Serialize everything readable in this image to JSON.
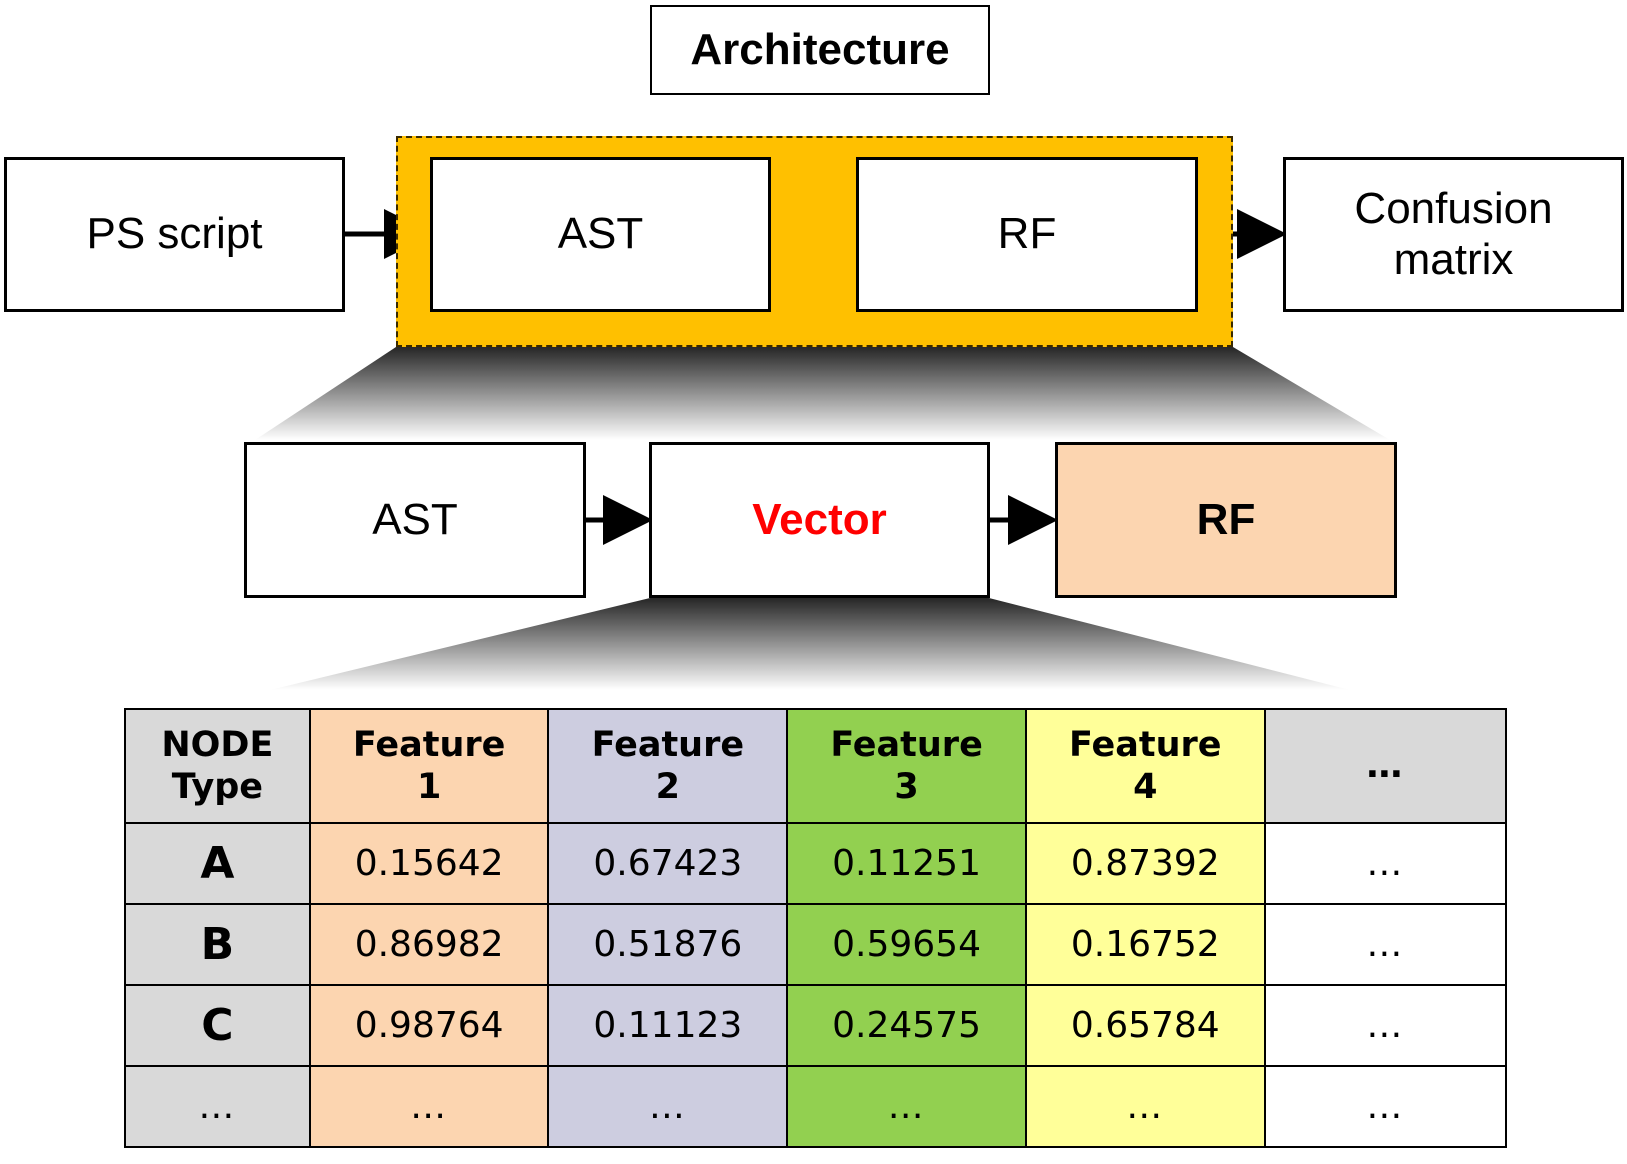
{
  "title": "Architecture",
  "pipeline": {
    "input": "PS script",
    "ast": "AST",
    "rf": "RF",
    "output_line1": "Confusion",
    "output_line2": "matrix"
  },
  "detail": {
    "ast": "AST",
    "vector": "Vector",
    "rf": "RF"
  },
  "table": {
    "headers": [
      {
        "line1": "NODE",
        "line2": "Type"
      },
      {
        "line1": "Feature",
        "line2": "1"
      },
      {
        "line1": "Feature",
        "line2": "2"
      },
      {
        "line1": "Feature",
        "line2": "3"
      },
      {
        "line1": "Feature",
        "line2": "4"
      },
      {
        "line1": "…",
        "line2": ""
      }
    ],
    "rows": [
      [
        "A",
        "0.15642",
        "0.67423",
        "0.11251",
        "0.87392",
        "…"
      ],
      [
        "B",
        "0.86982",
        "0.51876",
        "0.59654",
        "0.16752",
        "…"
      ],
      [
        "C",
        "0.98764",
        "0.11123",
        "0.24575",
        "0.65784",
        "…"
      ],
      [
        "…",
        "…",
        "…",
        "…",
        "…",
        "…"
      ]
    ]
  },
  "colors": {
    "highlight": "#ffc000",
    "rf_detail": "#fcd5b0",
    "vector_text": "#ff0000",
    "feature1": "#fcd5b0",
    "feature2": "#cdcde0",
    "feature3": "#92d050",
    "feature4": "#ffff99",
    "node_col": "#d9d9d9"
  }
}
